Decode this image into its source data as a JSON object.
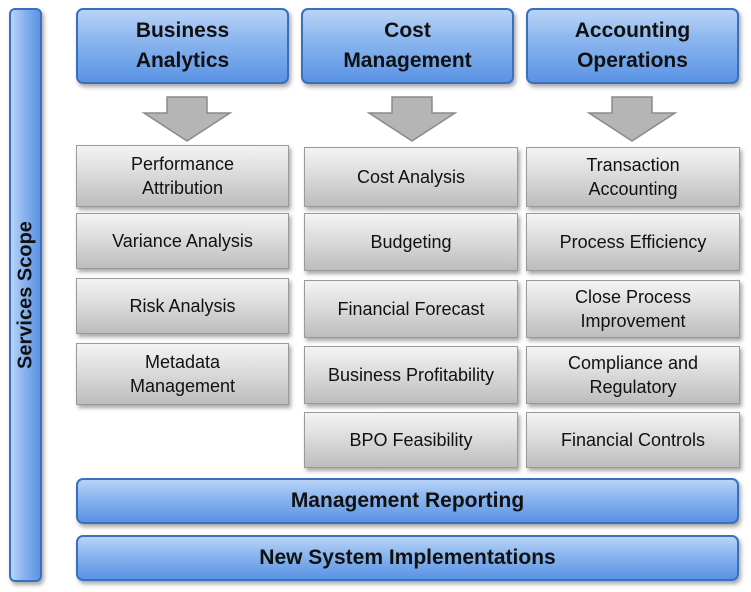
{
  "side_label": "Services  Scope",
  "columns": [
    {
      "title_line1": "Business",
      "title_line2": "Analytics",
      "items": [
        {
          "line1": "Performance",
          "line2": "Attribution"
        },
        {
          "line1": "Variance Analysis",
          "line2": ""
        },
        {
          "line1": "Risk Analysis",
          "line2": ""
        },
        {
          "line1": "Metadata",
          "line2": "Management"
        }
      ]
    },
    {
      "title_line1": "Cost",
      "title_line2": "Management",
      "items": [
        {
          "line1": "Cost Analysis",
          "line2": ""
        },
        {
          "line1": "Budgeting",
          "line2": ""
        },
        {
          "line1": "Financial Forecast",
          "line2": ""
        },
        {
          "line1": "Business Profitability",
          "line2": ""
        },
        {
          "line1": "BPO Feasibility",
          "line2": ""
        }
      ]
    },
    {
      "title_line1": "Accounting",
      "title_line2": "Operations",
      "items": [
        {
          "line1": "Transaction",
          "line2": "Accounting"
        },
        {
          "line1": "Process Efficiency",
          "line2": ""
        },
        {
          "line1": "Close Process",
          "line2": "Improvement"
        },
        {
          "line1": "Compliance and",
          "line2": "Regulatory"
        },
        {
          "line1": "Financial Controls",
          "line2": ""
        }
      ]
    }
  ],
  "bars": {
    "management_reporting": "Management Reporting",
    "new_system_implementations": "New System Implementations"
  },
  "colors": {
    "blue_fill": "#8db7ef",
    "blue_border": "#3a6fc0",
    "gray_fill": "#dcdcdc",
    "arrow_fill": "#b5b5b5"
  }
}
